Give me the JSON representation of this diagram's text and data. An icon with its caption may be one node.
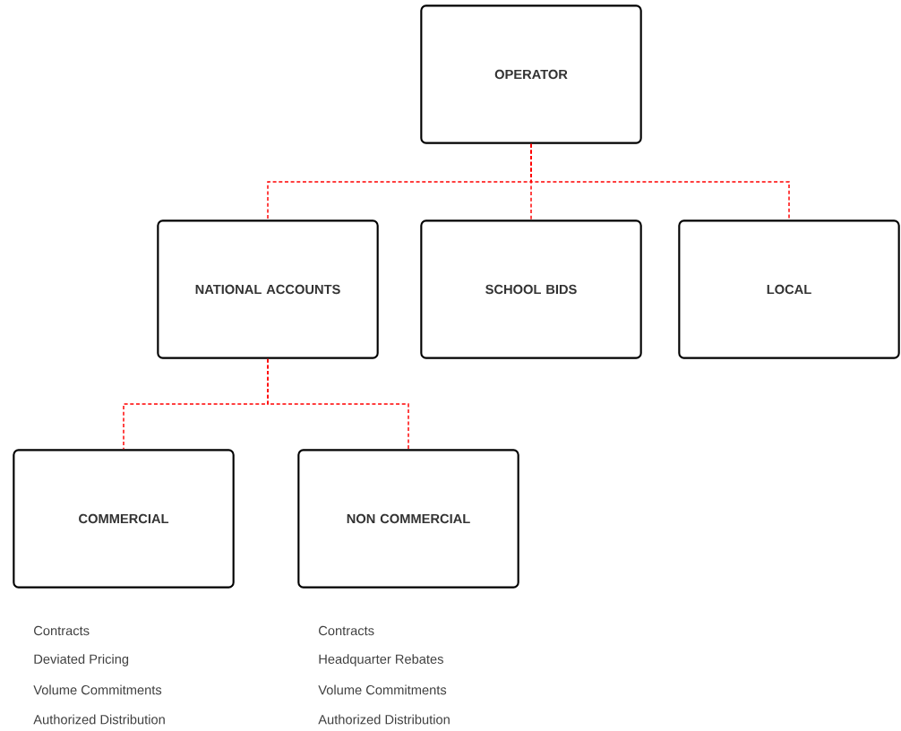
{
  "diagram": {
    "nodes": [
      {
        "text": [
          "OPERATOR"
        ]
      },
      {
        "text": [
          "NATIONAL ACCOUNTS"
        ]
      },
      {
        "text": [
          "SCHOOL BIDS"
        ]
      },
      {
        "text": [
          "LOCAL"
        ]
      },
      {
        "text": [
          "COMMERCIAL"
        ],
        "beside": [
          "Contracts",
          "Deviated Pricing",
          "Volume Commitments",
          "Authorized Distribution"
        ]
      },
      {
        "text": [
          "NON COMMERCIAL"
        ],
        "beside": [
          "Contracts",
          "Headquarter Rebates",
          "Volume Commitments",
          "Authorized Distribution"
        ]
      }
    ],
    "edges": [
      {
        "from": 0,
        "to": 1,
        "arrow": "none",
        "style": "dashed",
        "color": "#ff0000"
      },
      {
        "from": 0,
        "to": 2,
        "arrow": "none",
        "style": "dashed",
        "color": "#ff0000"
      },
      {
        "from": 0,
        "to": 3,
        "arrow": "none",
        "style": "dashed",
        "color": "#ff0000"
      },
      {
        "from": 1,
        "to": 4,
        "arrow": "none",
        "style": "dashed",
        "color": "#ff0000"
      },
      {
        "from": 1,
        "to": 5,
        "arrow": "none",
        "style": "dashed",
        "color": "#ff0000"
      }
    ]
  }
}
